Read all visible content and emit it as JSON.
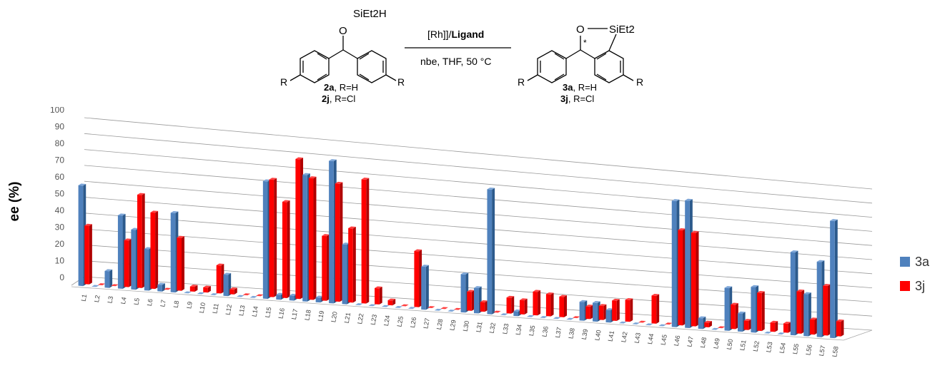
{
  "scheme": {
    "reactant_group": "SiEt2H",
    "reactant_label_a_bold": "2a",
    "reactant_label_a_rest": ", R=H",
    "reactant_label_j_bold": "2j",
    "reactant_label_j_rest": ", R=Cl",
    "arrow_top_plain": "[Rh]]/",
    "arrow_top_bold": "Ligand",
    "arrow_bottom": "nbe, THF, 50 °C",
    "product_group": "SiEt2",
    "product_label_a_bold": "3a",
    "product_label_a_rest": ", R=H",
    "product_label_j_bold": "3j",
    "product_label_j_rest": ", R=Cl",
    "r_label": "R",
    "o_label": "O",
    "star_label": "*"
  },
  "chart_data": {
    "type": "bar",
    "ylabel": "ee (%)",
    "ylim": [
      0,
      100
    ],
    "yticks": [
      0,
      10,
      20,
      30,
      40,
      50,
      60,
      70,
      80,
      90,
      100
    ],
    "grid": true,
    "legend_position": "right",
    "categories": [
      "L1",
      "L2",
      "L3",
      "L4",
      "L5",
      "L6",
      "L7",
      "L8",
      "L9",
      "L10",
      "L11",
      "L12",
      "L13",
      "L14",
      "L15",
      "L16",
      "L17",
      "L18",
      "L19",
      "L20",
      "L21",
      "L22",
      "L23",
      "L24",
      "L25",
      "L26",
      "L27",
      "L28",
      "L29",
      "L30",
      "L31",
      "L32",
      "L33",
      "L34",
      "L35",
      "L36",
      "L37",
      "L38",
      "L39",
      "L40",
      "L41",
      "L42",
      "L43",
      "L44",
      "L45",
      "L46",
      "L47",
      "L48",
      "L49",
      "L50",
      "L51",
      "L52",
      "L53",
      "L54",
      "L55",
      "L56",
      "L57",
      "L58"
    ],
    "series": [
      {
        "name": "3a",
        "color": "#4f81bd",
        "values": [
          60,
          0,
          10,
          44,
          36,
          25,
          4,
          48,
          0,
          0,
          0,
          13,
          0,
          0,
          72,
          3,
          3,
          78,
          3,
          88,
          37,
          0,
          0,
          0,
          0,
          0,
          27,
          0,
          0,
          24,
          16,
          79,
          0,
          3,
          0,
          0,
          0,
          0,
          12,
          12,
          8,
          0,
          0,
          0,
          0,
          82,
          83,
          7,
          0,
          28,
          12,
          30,
          0,
          0,
          55,
          28,
          50,
          78
        ]
      },
      {
        "name": "3j",
        "color": "#ff0000",
        "values": [
          35,
          0,
          0,
          28,
          56,
          46,
          0,
          32,
          3,
          3,
          17,
          3,
          0,
          0,
          72,
          59,
          86,
          75,
          40,
          73,
          46,
          77,
          10,
          3,
          0,
          35,
          0,
          0,
          0,
          12,
          6,
          0,
          10,
          9,
          15,
          14,
          13,
          0,
          8,
          9,
          13,
          14,
          0,
          18,
          0,
          62,
          61,
          3,
          0,
          16,
          6,
          25,
          6,
          6,
          28,
          10,
          33,
          10
        ]
      }
    ]
  }
}
